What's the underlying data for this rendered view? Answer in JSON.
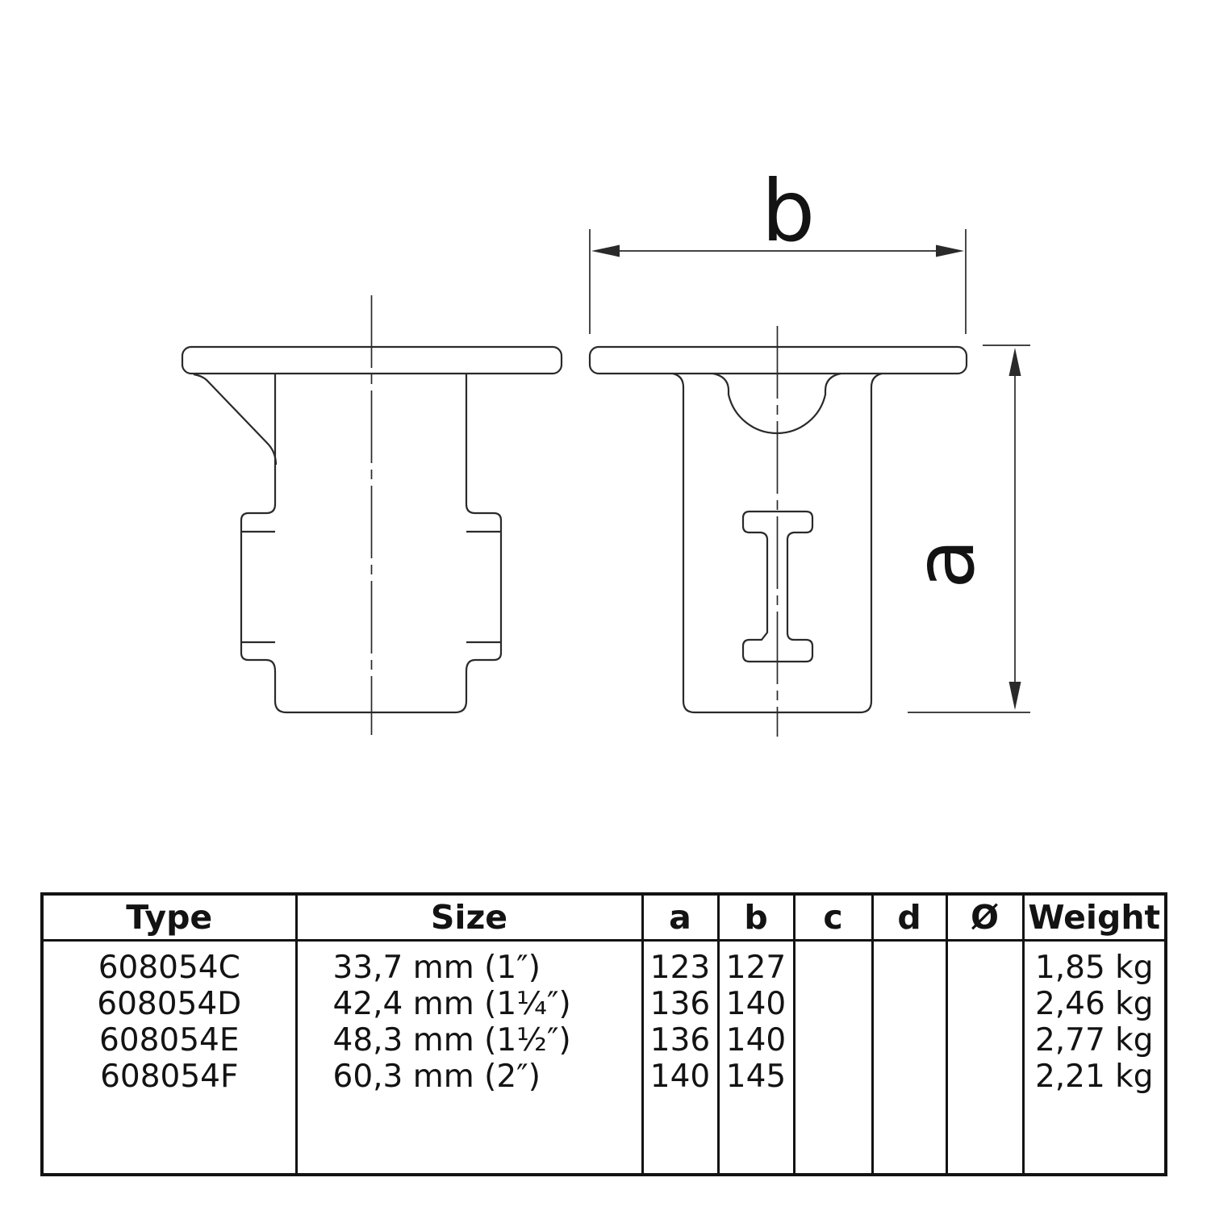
{
  "drawing": {
    "dim_horizontal_label": "b",
    "dim_vertical_label": "a",
    "stroke_color": "#2a2a2a"
  },
  "table": {
    "headers": {
      "type": "Type",
      "size": "Size",
      "a": "a",
      "b": "b",
      "c": "c",
      "d": "d",
      "diameter": "Ø",
      "weight": "Weight"
    },
    "rows": [
      {
        "type": "608054C",
        "size": "33,7 mm (1″)",
        "a": "123",
        "b": "127",
        "c": "",
        "d": "",
        "diameter": "",
        "weight": "1,85 kg"
      },
      {
        "type": "608054D",
        "size": "42,4 mm (1¼″)",
        "a": "136",
        "b": "140",
        "c": "",
        "d": "",
        "diameter": "",
        "weight": "2,46 kg"
      },
      {
        "type": "608054E",
        "size": "48,3 mm (1½″)",
        "a": "136",
        "b": "140",
        "c": "",
        "d": "",
        "diameter": "",
        "weight": "2,77 kg"
      },
      {
        "type": "608054F",
        "size": "60,3 mm (2″)",
        "a": "140",
        "b": "145",
        "c": "",
        "d": "",
        "diameter": "",
        "weight": "2,21 kg"
      }
    ]
  }
}
